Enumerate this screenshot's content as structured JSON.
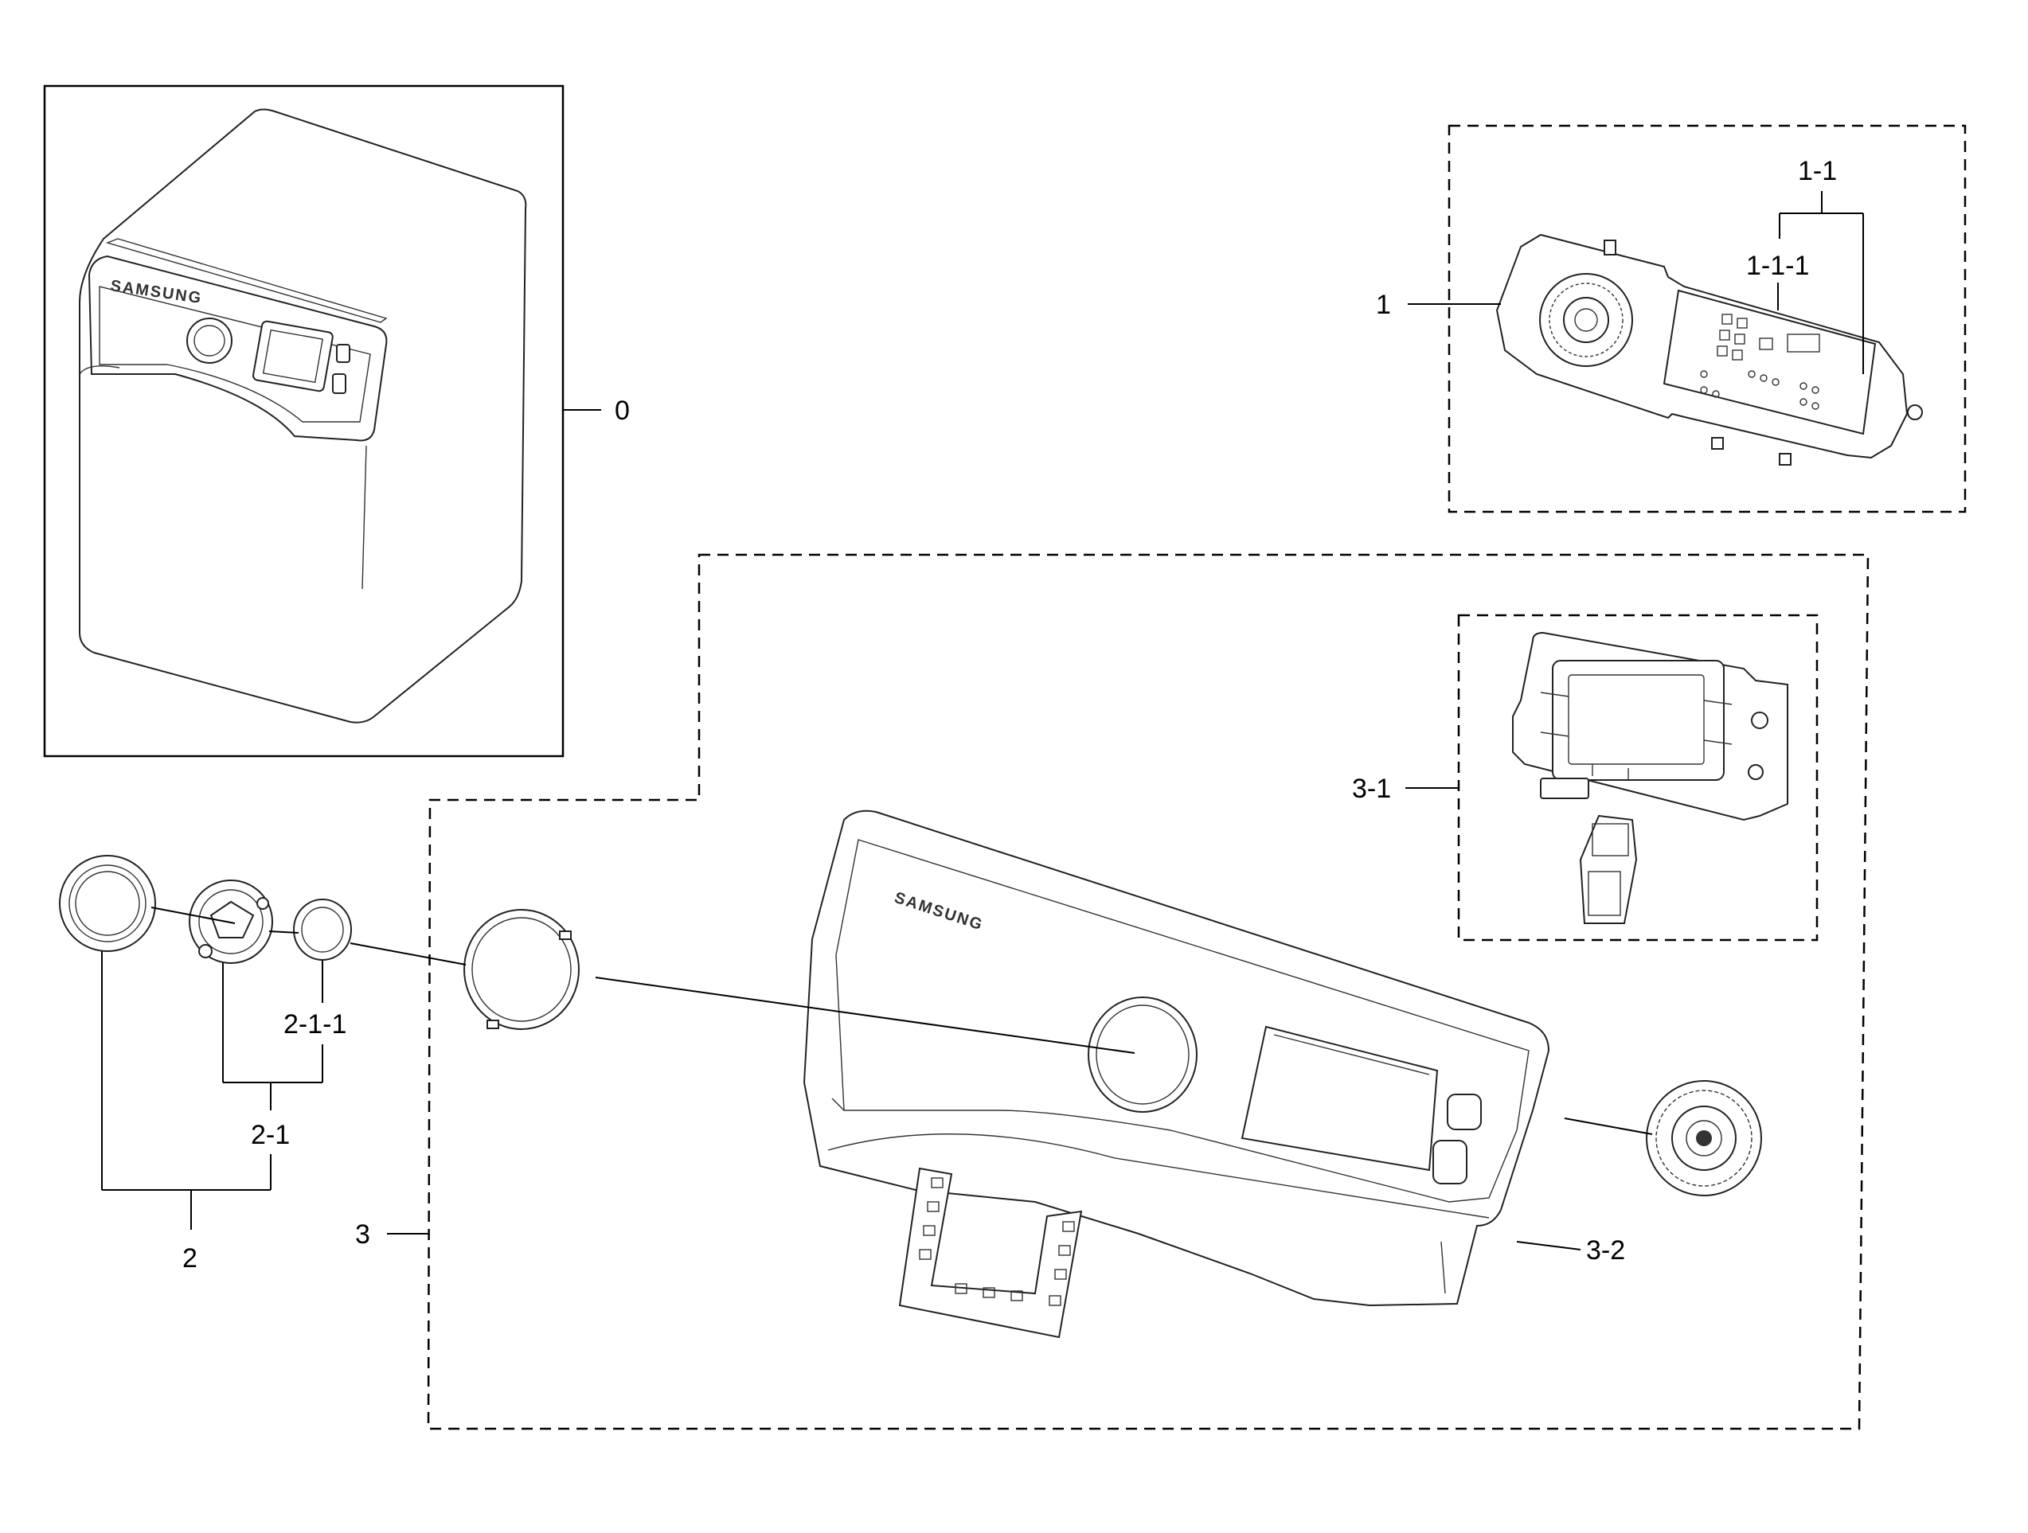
{
  "labels": {
    "l0": "0",
    "l1": "1",
    "l1_1": "1-1",
    "l1_1_1": "1-1-1",
    "l2": "2",
    "l2_1": "2-1",
    "l2_1_1": "2-1-1",
    "l3": "3",
    "l3_1": "3-1",
    "l3_2": "3-2"
  },
  "brand": "SAMSUNG"
}
